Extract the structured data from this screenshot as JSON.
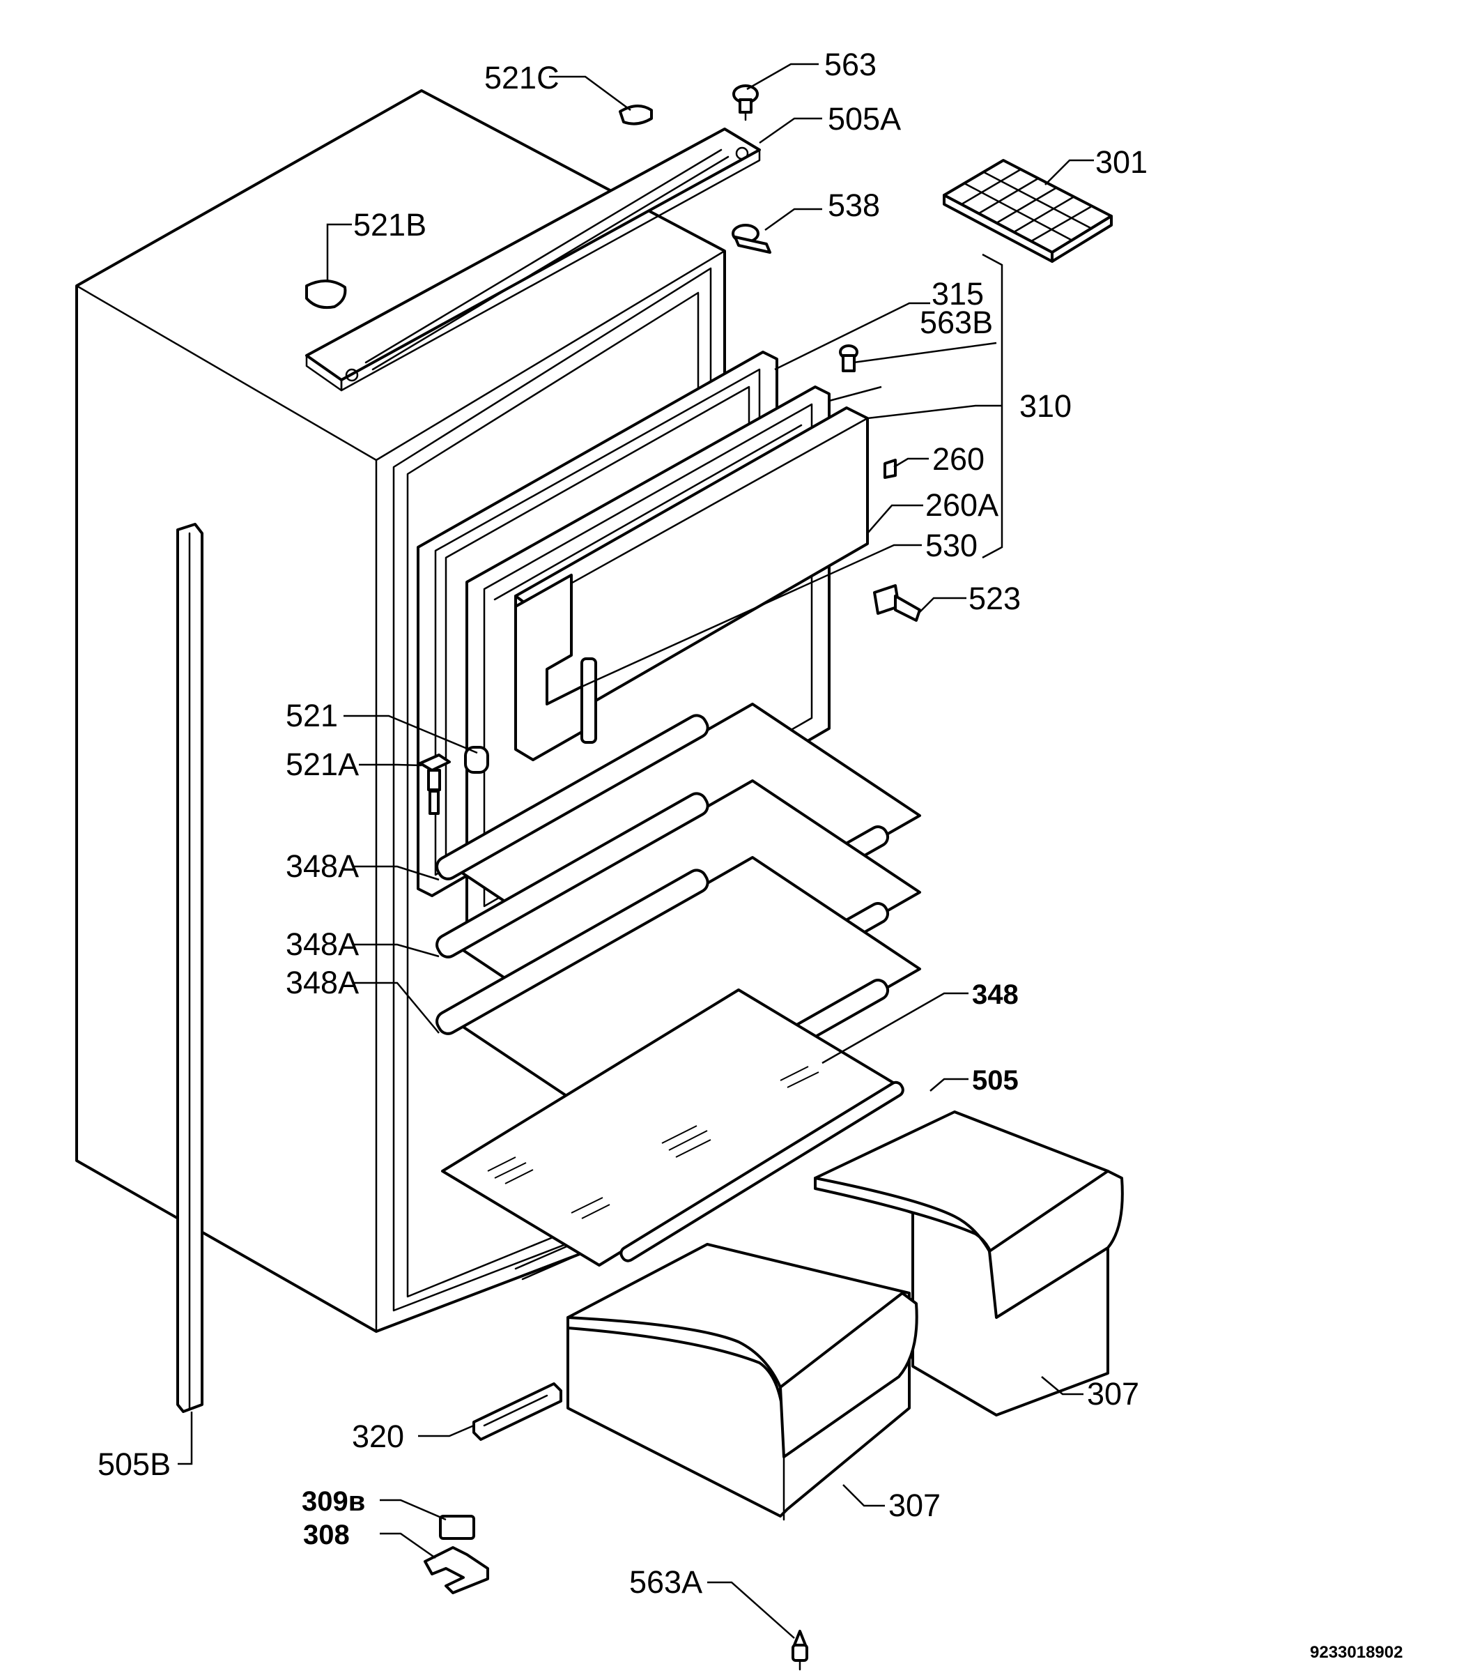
{
  "document_number": "9233018902",
  "labels": {
    "l521c": "521C",
    "l563": "563",
    "l505a": "505A",
    "l301": "301",
    "l521b": "521B",
    "l538": "538",
    "l315": "315",
    "l563b": "563B",
    "l310": "310",
    "l260": "260",
    "l260a": "260A",
    "l530": "530",
    "l523": "523",
    "l521": "521",
    "l521a": "521A",
    "l348a_1": "348A",
    "l348a_2": "348A",
    "l348a_3": "348A",
    "l348": "348",
    "l505": "505",
    "l307_right": "307",
    "l320": "320",
    "l505b": "505B",
    "l307_left": "307",
    "l309b": "309в",
    "l308": "308",
    "l563a": "563A"
  }
}
